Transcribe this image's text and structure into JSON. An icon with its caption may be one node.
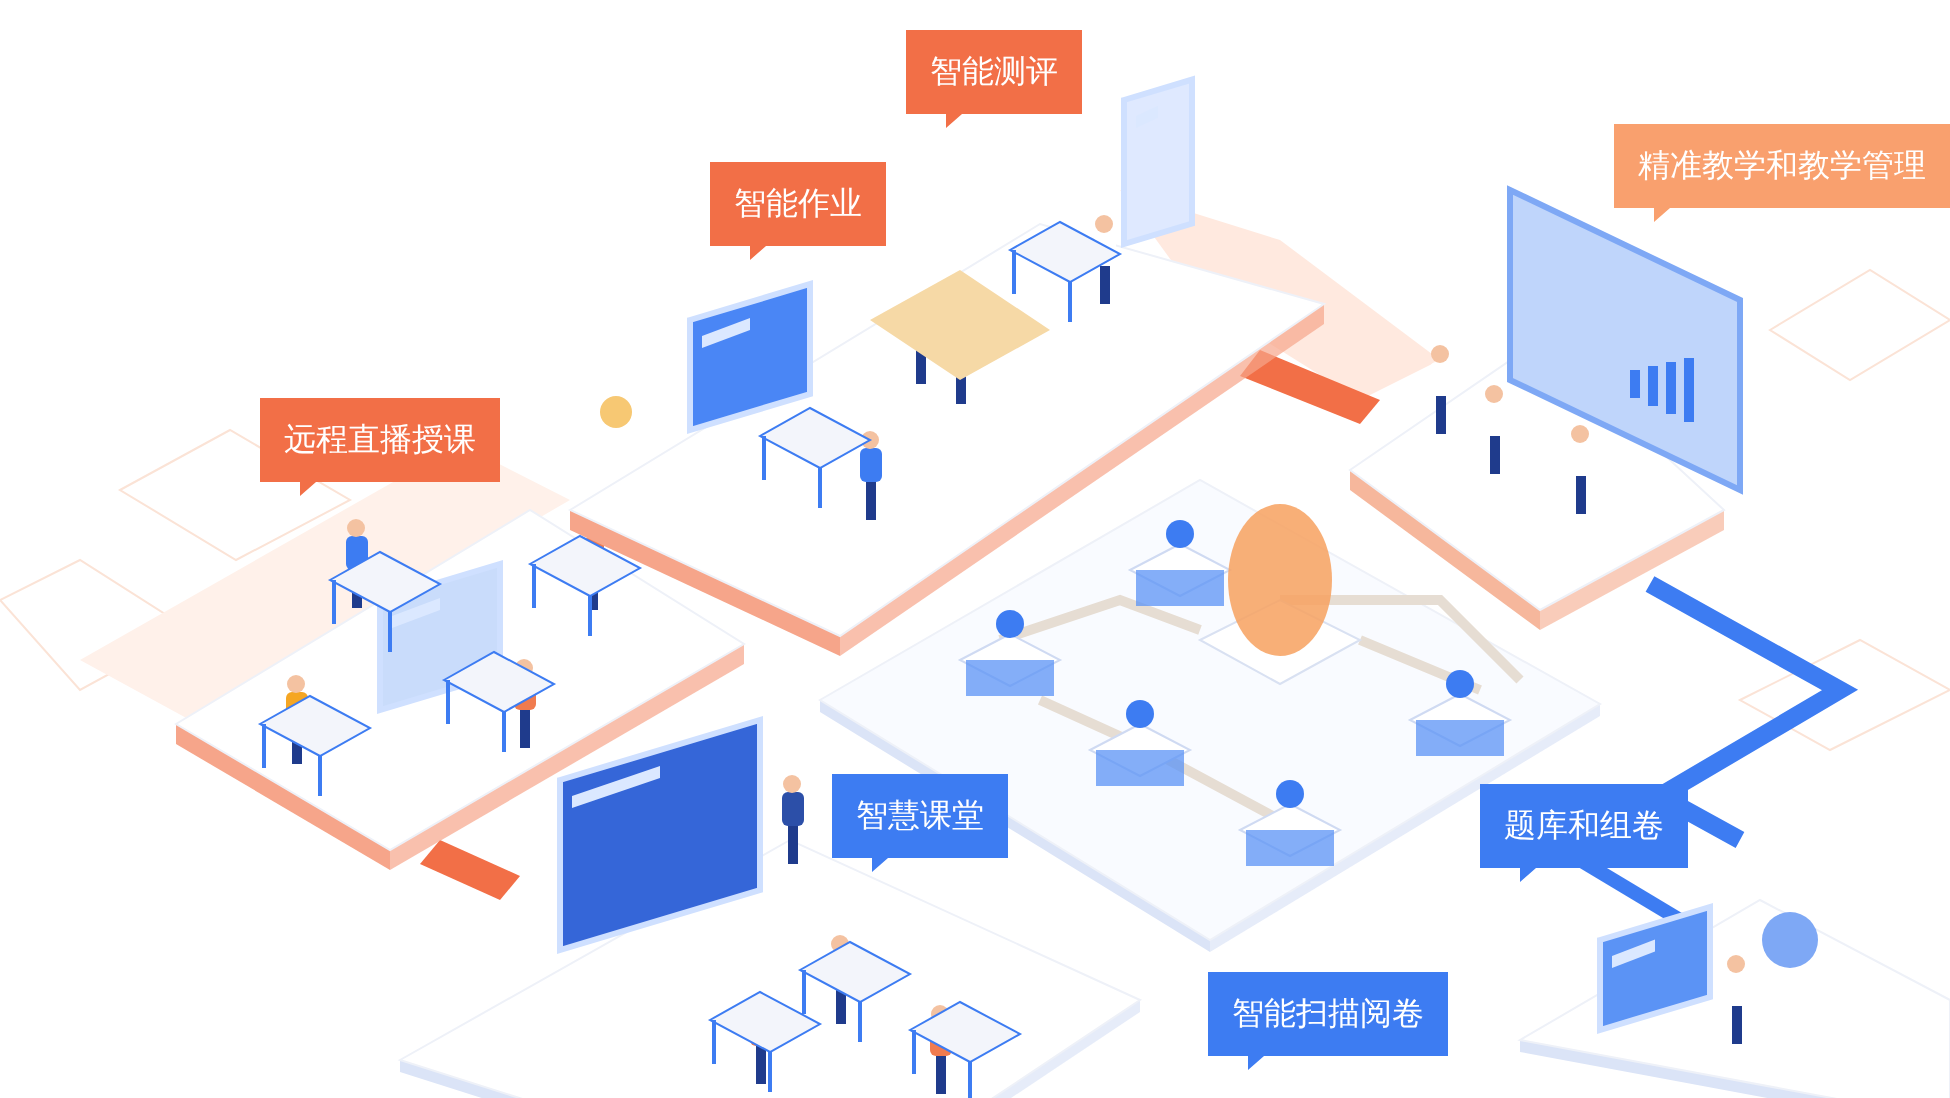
{
  "diagram": {
    "nodes": [
      {
        "text": [
          "智能测评"
        ]
      },
      {
        "text": [
          "精准教学和教学管理"
        ]
      },
      {
        "text": [
          "智能作业"
        ]
      },
      {
        "text": [
          "远程直播授课"
        ]
      },
      {
        "text": [
          "智慧课堂"
        ]
      },
      {
        "text": [
          "题库和组卷"
        ]
      },
      {
        "text": [
          "智能扫描阅卷"
        ]
      }
    ]
  }
}
